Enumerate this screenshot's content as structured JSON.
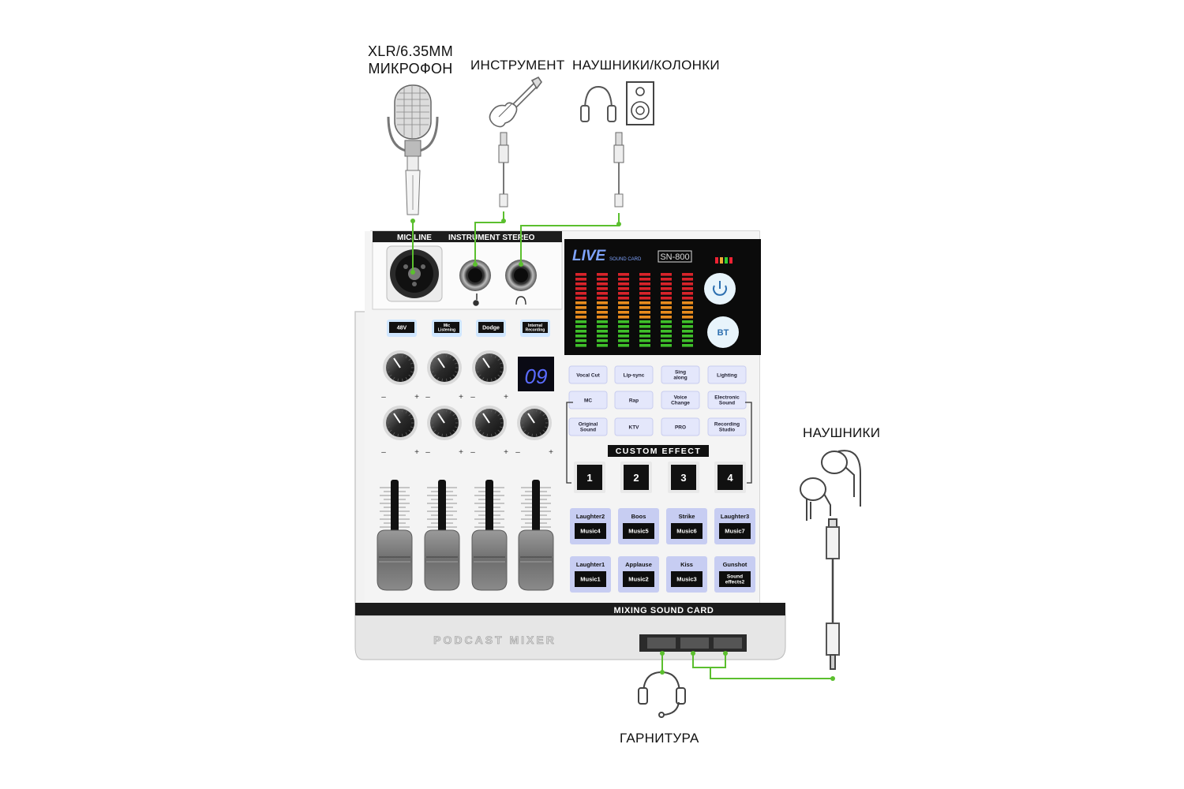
{
  "labels": {
    "mic_line1": "XLR/6.35MM",
    "mic_line2": "МИКРОФОН",
    "instrument": "ИНСТРУМЕНТ",
    "headphones_speakers": "НАУШНИКИ/КОЛОНКИ",
    "earphones": "НАУШНИКИ",
    "headset": "ГАРНИТУРА"
  },
  "device": {
    "input_header": "MIC/LINE",
    "input_header2": "INSTRUMENT STEREO",
    "brand": "LIVE",
    "brand_sub": "SOUND CARD",
    "model": "SN-800",
    "bt_label": "BT",
    "display_value": "09",
    "top_buttons": [
      "48V",
      "Mic Listening",
      "Dodge",
      "Internal Recording"
    ],
    "effects_row1": [
      "Vocal Cut",
      "Lip-sync",
      "Sing along",
      "Lighting"
    ],
    "effects_row2": [
      "MC",
      "Rap",
      "Voice Change",
      "Electronic Sound"
    ],
    "effects_row3": [
      "Original Sound",
      "KTV",
      "PRO",
      "Recording Studio"
    ],
    "custom_effect_label": "CUSTOM EFFECT",
    "custom_buttons": [
      "1",
      "2",
      "3",
      "4"
    ],
    "sound_pads_top_row1": [
      "Laughter2",
      "Boos",
      "Strike",
      "Laughter3"
    ],
    "sound_pads_bottom_row1": [
      "Music4",
      "Music5",
      "Music6",
      "Music7"
    ],
    "sound_pads_top_row2": [
      "Laughter1",
      "Applause",
      "Kiss",
      "Gunshot"
    ],
    "sound_pads_bottom_row2": [
      "Music1",
      "Music2",
      "Music3",
      "Sound effects2"
    ],
    "knob_minus": "–",
    "knob_plus": "+",
    "footer_label": "MIXING SOUND CARD",
    "front_label": "PODCAST MIXER"
  },
  "colors": {
    "wire": "#5bbf2e",
    "body": "#f1f1f1",
    "screen": "#0a0a0a",
    "pad_glow": "#c7cdf2"
  }
}
